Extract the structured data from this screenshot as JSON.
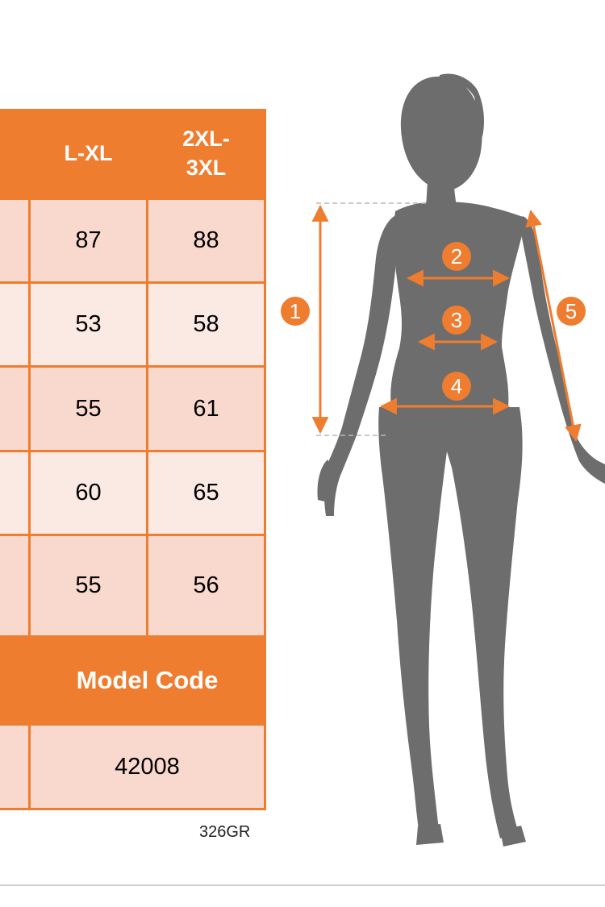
{
  "table": {
    "headers": [
      "L-XL",
      "2XL-\n3XL"
    ],
    "header_lines": {
      "col1": "L-XL",
      "col2_line1": "2XL-",
      "col2_line2": "3XL"
    },
    "rows": [
      [
        "87",
        "88"
      ],
      [
        "53",
        "58"
      ],
      [
        "55",
        "61"
      ],
      [
        "60",
        "65"
      ],
      [
        "55",
        "56"
      ]
    ],
    "model_code_label": "Model Code",
    "model_code_value": "42008"
  },
  "footnote": "326GR",
  "figure": {
    "markers": [
      "1",
      "2",
      "3",
      "4",
      "5"
    ]
  },
  "colors": {
    "accent": "#ee7d30",
    "cell_dark": "#f9d9cd",
    "cell_light": "#fbe9e3",
    "silhouette": "#6d6d6d"
  }
}
